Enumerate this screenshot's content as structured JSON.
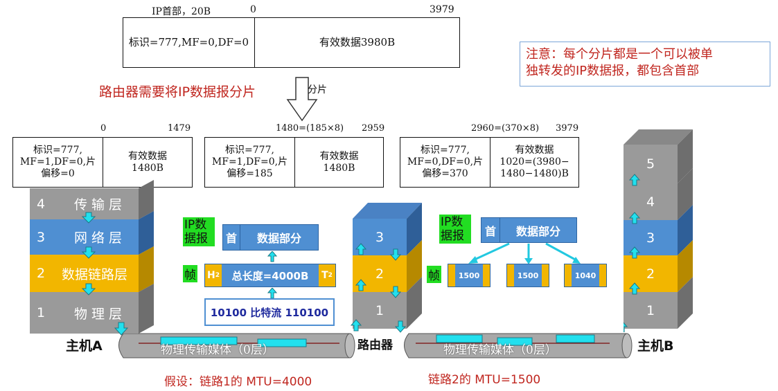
{
  "original_packet": {
    "header_label": "IP首部，20B",
    "offset_start": "0",
    "offset_end": "3979",
    "header_text": "标识=777,MF=0,DF=0",
    "data_text": "有效数据3980B"
  },
  "note": {
    "line1": "注意：每个分片都是一个可以被单",
    "line2": "独转发的IP数据报，都包含首部"
  },
  "router_action": "路由器需要将IP数据报分片",
  "fragment_label": "分片",
  "fragments": [
    {
      "start": "0",
      "end": "1479",
      "header": [
        "标识=777,",
        "MF=1,DF=0,片",
        "偏移=0"
      ],
      "data": [
        "有效数据",
        "1480B"
      ]
    },
    {
      "start": "1480=(185×8)",
      "end": "2959",
      "header": [
        "标识=777,",
        "MF=1,DF=0,片",
        "偏移=185"
      ],
      "data": [
        "有效数据",
        "1480B"
      ]
    },
    {
      "start": "2960=(370×8)",
      "end": "3979",
      "header": [
        "标识=777,",
        "MF=0,DF=0,片",
        "偏移=370"
      ],
      "data": [
        "有效数据",
        "1020=(3980−",
        "1480−1480)B"
      ]
    }
  ],
  "hostA_layers": [
    {
      "num": "4",
      "name": "传 输 层"
    },
    {
      "num": "3",
      "name": "网 络 层"
    },
    {
      "num": "2",
      "name": "数据链路层"
    },
    {
      "num": "1",
      "name": "物 理 层"
    }
  ],
  "router_layers": [
    "3",
    "2",
    "1"
  ],
  "hostB_layers": [
    "5",
    "4",
    "3",
    "2",
    "1"
  ],
  "left_stack": {
    "ip_datagram": [
      "IP数",
      "据报"
    ],
    "header": "首",
    "data_part": "数据部分",
    "frame": "帧",
    "h2": "H",
    "h2_sub": "2",
    "total_length": "总长度=4000B",
    "t2": "T",
    "t2_sub": "2",
    "bitstream": "10100 比特流 110100"
  },
  "right_stack": {
    "ip_datagram": [
      "IP数",
      "据报"
    ],
    "header": "首",
    "data_part": "数据部分",
    "frame": "帧",
    "frags": [
      "1500",
      "1500",
      "1040"
    ]
  },
  "host_a": "主机A",
  "router": "路由器",
  "host_b": "主机B",
  "medium1": "物理传输媒体（0层）",
  "medium2": "物理传输媒体（0层）",
  "link1": "假设：链路1的 MTU=4000",
  "link2": "链路2的 MTU=1500",
  "colors": {
    "blue": "#4f8fd2",
    "yellow": "#f2b600",
    "gray": "#9a9a9a",
    "cyan": "#22e0ee",
    "green": "#22dd22",
    "red": "#c0261f",
    "note_border": "#7ba5d8"
  }
}
